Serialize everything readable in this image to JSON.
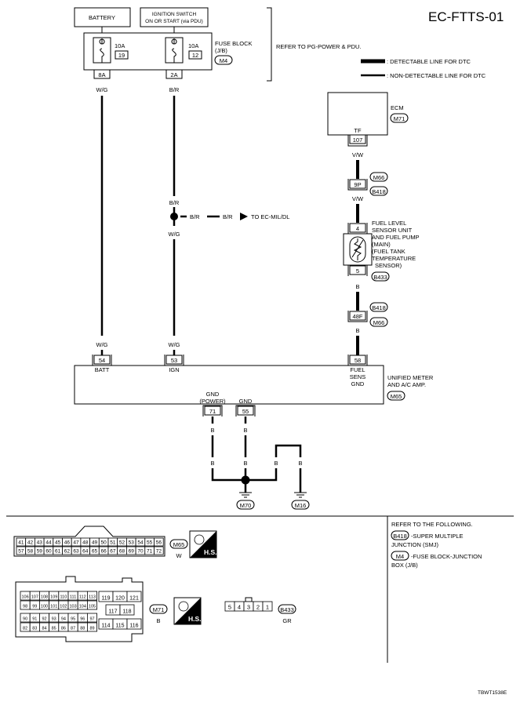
{
  "title": "EC-FTTS-01",
  "legend": {
    "detectable": ": DETECTABLE LINE FOR DTC",
    "non_detectable": ": NON-DETECTABLE LINE FOR DTC"
  },
  "battery": "BATTERY",
  "ignition": {
    "line1": "IGNITION SWITCH",
    "line2": "ON OR START (via PDU)"
  },
  "fuse_block": {
    "line1": "FUSE BLOCK",
    "line2": "(J/B)",
    "connector": "M4"
  },
  "fuse1": {
    "amp": "10A",
    "num": "19",
    "term": "8A",
    "wire": "W/G"
  },
  "fuse2": {
    "amp": "10A",
    "num": "12",
    "term": "2A",
    "wire": "B/R"
  },
  "refer_pg": "REFER TO PG-POWER & PDU.",
  "ecm": {
    "label": "ECM",
    "connector": "M71",
    "pin_name": "TF",
    "pin": "107"
  },
  "wire_vw": "V/W",
  "junction1": {
    "pin": "9P",
    "conn_a": "M66",
    "conn_b": "B418"
  },
  "sensor": {
    "lines": [
      "FUEL LEVEL",
      "SENSOR UNIT",
      "AND FUEL PUMP",
      "(MAIN)",
      "(FUEL TANK",
      "TEMPERATURE",
      "SENSOR)"
    ],
    "pin_top": "4",
    "pin_bottom": "5",
    "connector": "B433"
  },
  "wire_b": "B",
  "junction2": {
    "pin": "48F",
    "conn_a": "B418",
    "conn_b": "M66"
  },
  "splice": {
    "in_wire": "B/R",
    "out_wire": "W/G",
    "branch_wire1": "B/R",
    "branch_wire2": "B/R",
    "branch_dest": "TO EC-MIL/DL"
  },
  "meter": {
    "line1": "UNIFIED METER",
    "line2": "AND A/C AMP.",
    "connector": "M65",
    "pins": [
      {
        "num": "54",
        "name": "BATT",
        "wire": "W/G"
      },
      {
        "num": "53",
        "name": "IGN",
        "wire": "W/G"
      },
      {
        "num": "58",
        "name1": "FUEL",
        "name2": "SENS",
        "name3": "GND",
        "wire": "B"
      }
    ],
    "gnd_pins": [
      {
        "num": "71",
        "name1": "GND",
        "name2": "(POWER)"
      },
      {
        "num": "55",
        "name1": "GND"
      }
    ]
  },
  "grounds": {
    "g1": "M70",
    "g2": "M16"
  },
  "connectors": {
    "m65_row1": [
      "41",
      "42",
      "43",
      "44",
      "45",
      "46",
      "47",
      "48",
      "49",
      "50",
      "51",
      "52",
      "53",
      "54",
      "55",
      "56"
    ],
    "m65_row2": [
      "57",
      "58",
      "59",
      "60",
      "61",
      "62",
      "63",
      "64",
      "65",
      "66",
      "67",
      "68",
      "69",
      "70",
      "71",
      "72"
    ],
    "m65_code": "M65",
    "m65_color": "W",
    "m71_rows": [
      [
        "106",
        "107",
        "108",
        "109",
        "110",
        "111",
        "112",
        "113"
      ],
      [
        "98",
        "99",
        "100",
        "101",
        "102",
        "103",
        "104",
        "105"
      ],
      [
        "90",
        "91",
        "92",
        "93",
        "94",
        "95",
        "96",
        "97"
      ],
      [
        "82",
        "83",
        "84",
        "85",
        "86",
        "87",
        "88",
        "89"
      ]
    ],
    "m71_right": [
      [
        "119",
        "120",
        "121"
      ],
      [
        "117",
        "118"
      ],
      [
        "114",
        "115",
        "116"
      ]
    ],
    "m71_code": "M71",
    "m71_color": "B",
    "hs": "H.S.",
    "b433_pins": [
      "5",
      "4",
      "3",
      "2",
      "1"
    ],
    "b433_code": "B433",
    "b433_color": "GR"
  },
  "refer_following": {
    "title": "REFER TO THE FOLLOWING.",
    "items": [
      {
        "code": "B418",
        "text1": "-SUPER MULTIPLE",
        "text2": "JUNCTION (SMJ)"
      },
      {
        "code": "M4",
        "text1": "-FUSE BLOCK-JUNCTION",
        "text2": "BOX (J/B)"
      }
    ]
  },
  "footer_code": "TBWT1538E"
}
